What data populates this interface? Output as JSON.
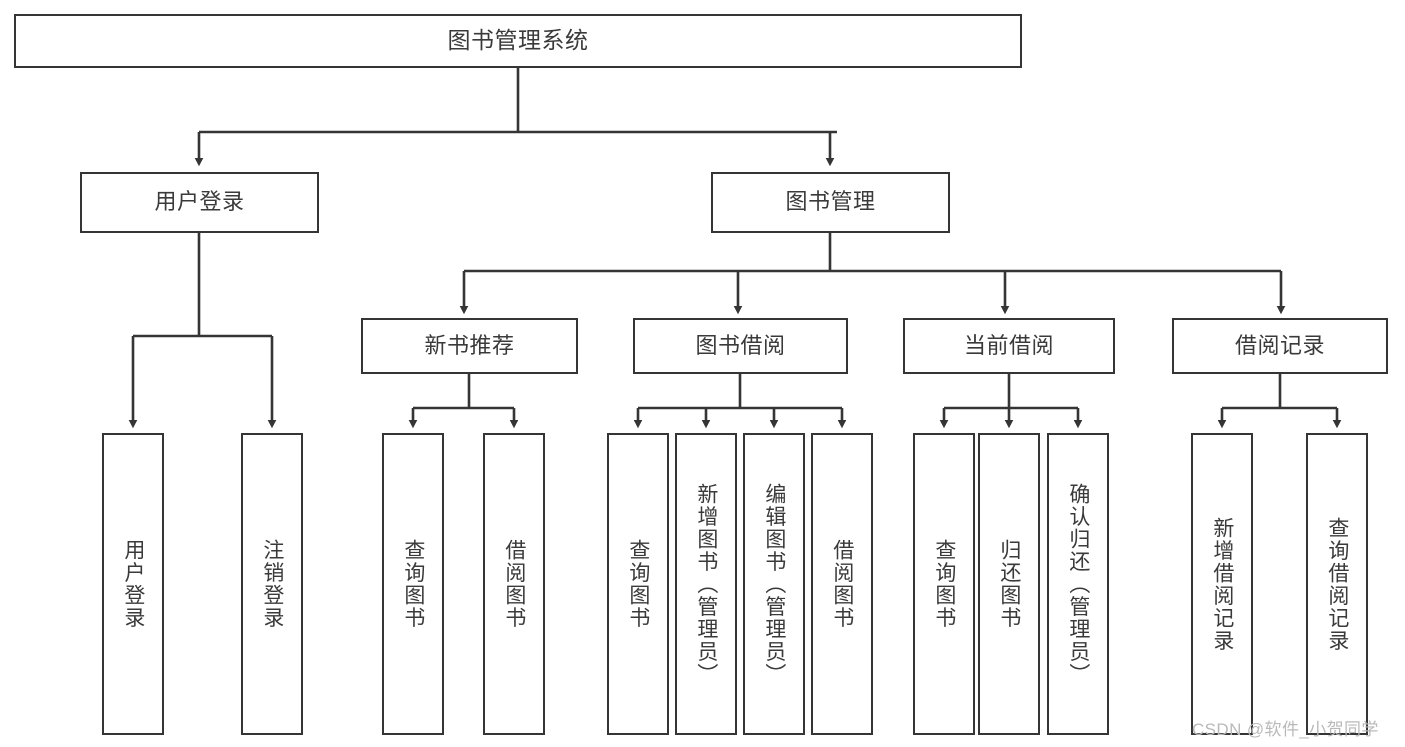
{
  "diagram": {
    "title": "图书管理系统",
    "watermark": "CSDN @软件_小贺同学",
    "colors": {
      "stroke": "#353535",
      "text": "#3a3a3a",
      "background": "#ffffff",
      "watermark": "#b9b9b9"
    },
    "levels": {
      "root": "图书管理系统",
      "level2": [
        "用户登录",
        "图书管理"
      ],
      "level3": [
        "新书推荐",
        "图书借阅",
        "当前借阅",
        "借阅记录"
      ]
    },
    "nodes": {
      "root": {
        "label": "图书管理系统"
      },
      "user_login": {
        "label": "用户登录"
      },
      "book_manage": {
        "label": "图书管理"
      },
      "new_book_rec": {
        "label": "新书推荐"
      },
      "book_borrow": {
        "label": "图书借阅"
      },
      "current_borrow": {
        "label": "当前借阅"
      },
      "borrow_record": {
        "label": "借阅记录"
      },
      "leaf_user_login": {
        "label": "用户登录"
      },
      "leaf_user_logout": {
        "label": "注销登录"
      },
      "leaf_rec_query": {
        "label": "查询图书"
      },
      "leaf_rec_borrow": {
        "label": "借阅图书"
      },
      "leaf_borrow_query": {
        "label": "查询图书"
      },
      "leaf_borrow_add": {
        "label": "新增图书（管理员）"
      },
      "leaf_borrow_edit": {
        "label": "编辑图书（管理员）"
      },
      "leaf_borrow_do": {
        "label": "借阅图书"
      },
      "leaf_cur_query": {
        "label": "查询图书"
      },
      "leaf_cur_return": {
        "label": "归还图书"
      },
      "leaf_cur_confirm": {
        "label": "确认归还（管理员）"
      },
      "leaf_rec_add": {
        "label": "新增借阅记录"
      },
      "leaf_rec_query2": {
        "label": "查询借阅记录"
      }
    }
  }
}
